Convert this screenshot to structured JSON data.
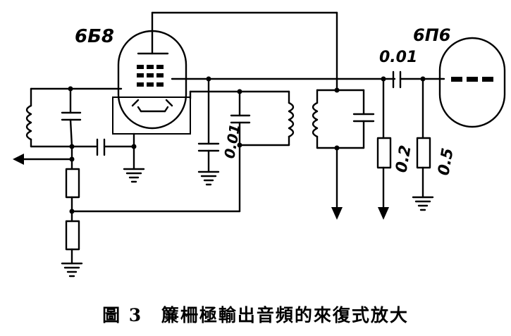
{
  "figure": {
    "tube_left_label": "6Б8",
    "tube_right_label": "6П6",
    "coupling_cap_label": "0.01",
    "grid_cap_label": "0.01",
    "grid_resistor_label": "0.2",
    "plate_resistor_label": "0.5"
  },
  "caption": {
    "number": "圖 3",
    "title": "簾柵極輸出音頻的來復式放大"
  }
}
